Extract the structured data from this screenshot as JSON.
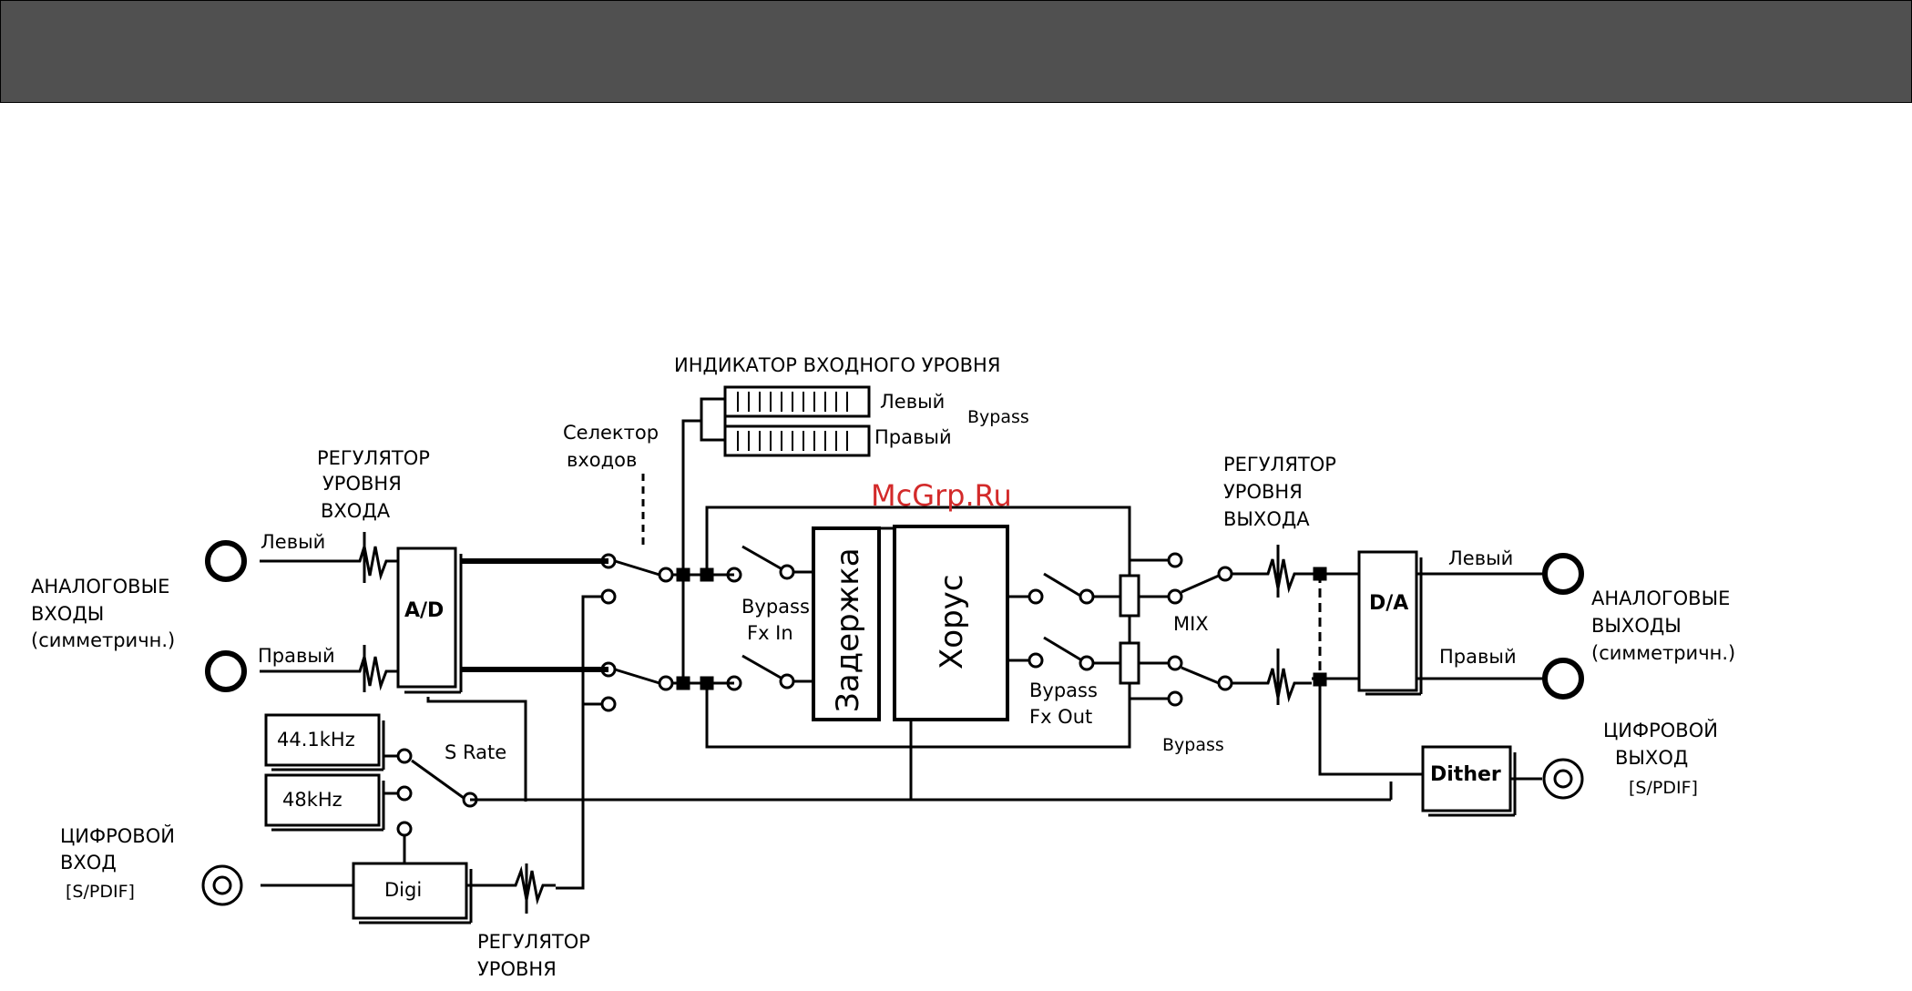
{
  "watermark": "McGrp.Ru",
  "labels": {
    "input_meter": "ИНДИКАТОР ВХОДНОГО УРОВНЯ",
    "meter_left": "Левый",
    "meter_right": "Правый",
    "meter_bypass": "Bypass",
    "input_selector_1": "Селектор",
    "input_selector_2": "входов",
    "input_level_1": "РЕГУЛЯТОР",
    "input_level_2": "УРОВНЯ",
    "input_level_3": "ВХОДА",
    "in_left": "Левый",
    "in_right": "Правый",
    "analog_in_1": "АНАЛОГОВЫЕ",
    "analog_in_2": "ВХОДЫ",
    "analog_in_3": "(симметричн.)",
    "rate_44": "44.1kHz",
    "rate_48": "48kHz",
    "srate": "S Rate",
    "digital_in_1": "ЦИФРОВОЙ",
    "digital_in_2": "ВХОД",
    "digital_in_3": "[S/PDIF]",
    "digi": "Digi",
    "level_reg_1": "РЕГУЛЯТОР",
    "level_reg_2": "УРОВНЯ",
    "bypass_fx_in_1": "Bypass",
    "bypass_fx_in_2": "Fx In",
    "bypass_fx_out_1": "Bypass",
    "bypass_fx_out_2": "Fx Out",
    "delay": "Задержка",
    "chorus": "Хорус",
    "mix": "MIX",
    "bypass": "Bypass",
    "output_level_1": "РЕГУЛЯТОР",
    "output_level_2": "УРОВНЯ",
    "output_level_3": "ВЫХОДА",
    "out_left": "Левый",
    "out_right": "Правый",
    "analog_out_1": "АНАЛОГОВЫЕ",
    "analog_out_2": "ВЫХОДЫ",
    "analog_out_3": "(симметричн.)",
    "digital_out_1": "ЦИФРОВОЙ",
    "digital_out_2": "ВЫХОД",
    "digital_out_3": "[S/PDIF]",
    "ad": "A/D",
    "da": "D/A",
    "dither": "Dither"
  }
}
